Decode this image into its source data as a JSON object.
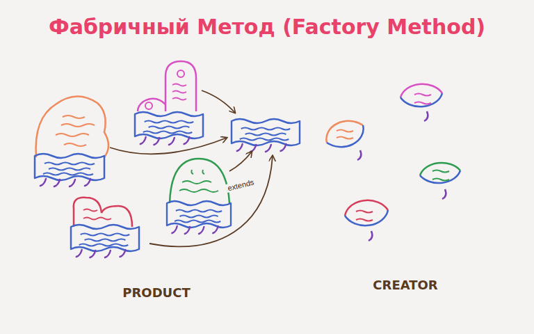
{
  "diagram": {
    "title": "Фабричный Метод (Factory Method)",
    "labels": [
      "extends",
      "PRODUCT",
      "CREATOR"
    ]
  }
}
